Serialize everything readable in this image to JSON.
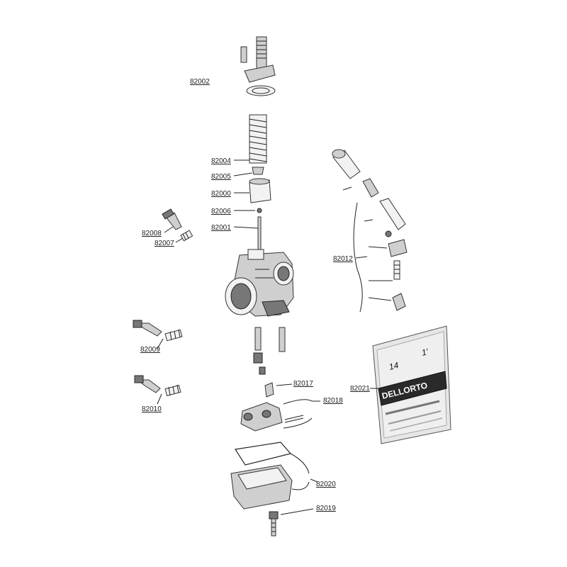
{
  "labels": {
    "p82002": "82002",
    "p82004": "82004",
    "p82005": "82005",
    "p82000": "82000",
    "p82006": "82006",
    "p82001": "82001",
    "p82008": "82008",
    "p82007": "82007",
    "p82012": "82012",
    "p82009": "82009",
    "p82010": "82010",
    "p82017": "82017",
    "p82018": "82018",
    "p82021": "82021",
    "p82020": "82020",
    "p82019": "82019"
  },
  "bag": {
    "brand": "DELLORTO",
    "handwriting_left": "14",
    "handwriting_right": "1'"
  }
}
